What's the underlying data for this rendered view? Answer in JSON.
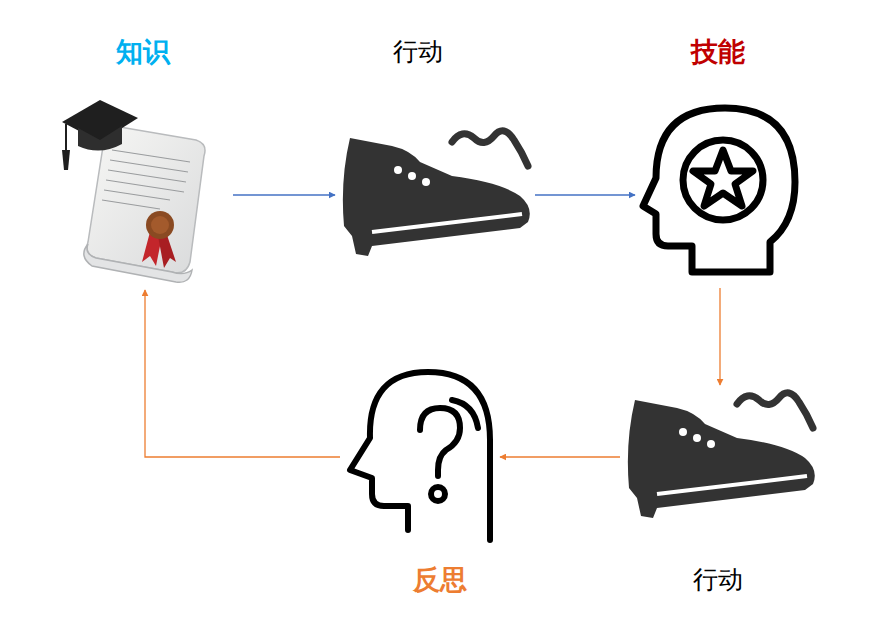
{
  "diagram": {
    "nodes": [
      {
        "text": [
          "知识"
        ]
      },
      {
        "text": [
          "行动"
        ]
      },
      {
        "text": [
          "技能"
        ]
      },
      {
        "text": [
          "行动"
        ]
      },
      {
        "text": [
          "反思"
        ]
      }
    ],
    "edges": [
      {
        "from": 0,
        "to": 1,
        "arrow": "to"
      },
      {
        "from": 1,
        "to": 2,
        "arrow": "to"
      },
      {
        "from": 2,
        "to": 3,
        "arrow": "to"
      },
      {
        "from": 3,
        "to": 4,
        "arrow": "to"
      },
      {
        "from": 4,
        "to": 0,
        "arrow": "to"
      }
    ]
  }
}
